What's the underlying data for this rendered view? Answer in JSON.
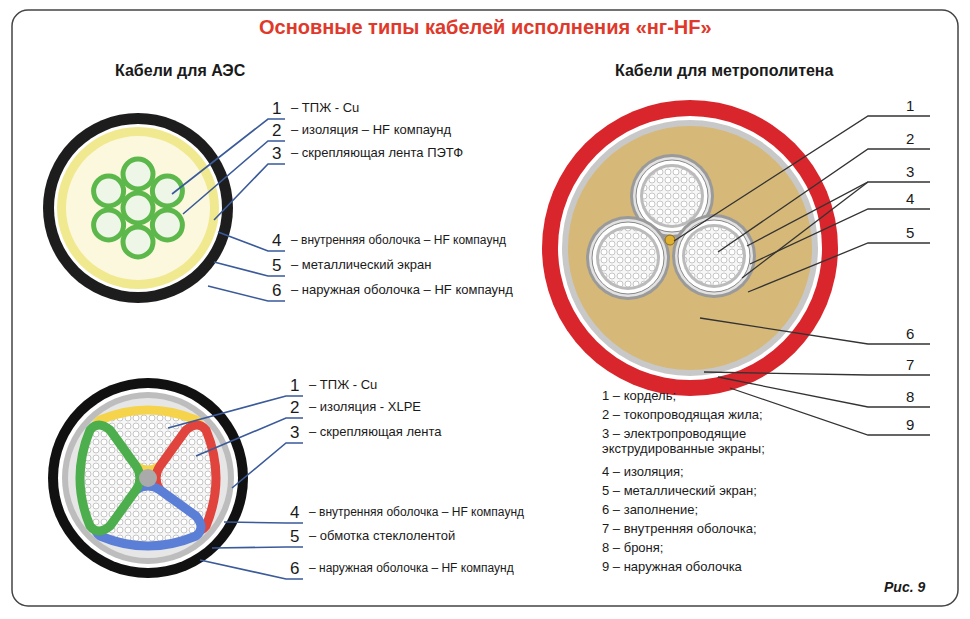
{
  "diagram": {
    "title": "Основные типы кабелей исполнения «нг-HF»",
    "caption": "Рис. 9",
    "labels": [
      "Кабели для АЭС",
      "Кабели для метрополитена",
      "1",
      "– ТПЖ - Cu",
      "2",
      "– изоляция – HF компаунд",
      "3",
      "– скрепляющая лента ПЭТФ",
      "4",
      "– внутренняя оболочка – HF компаунд",
      "5",
      "– металлический экран",
      "6",
      "– наружная оболочка – HF компаунд",
      "1",
      "– ТПЖ - Cu",
      "2",
      "– изоляция - XLPE",
      "3",
      "– скрепляющая лента",
      "4",
      "– внутренняя оболочка – HF компаунд",
      "5",
      "– обмотка стеклолентой",
      "6",
      "– наружная оболочка – HF компаунд",
      "1",
      "2",
      "3",
      "4",
      "5",
      "6",
      "7",
      "8",
      "9",
      "1 – кордель;",
      "2 – токопроводящая жила;",
      "3 – электропроводящие экструдированные экраны;",
      "4 – изоляция;",
      "5 – металлический экран;",
      "6 – заполнение;",
      "7 – внутренняя оболочка;",
      "8 – броня;",
      "9 – наружная оболочка"
    ]
  }
}
